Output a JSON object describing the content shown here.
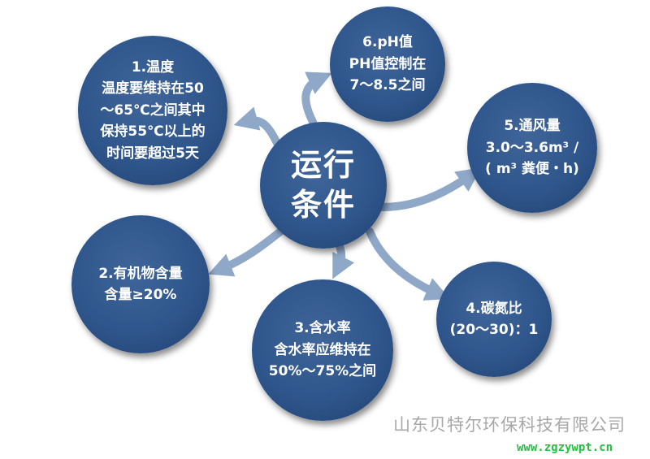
{
  "center": {
    "line1": "运行",
    "line2": "条件"
  },
  "nodes": [
    {
      "title": "1.温度",
      "lines": [
        "温度要维持在50",
        "～65℃之间其中",
        "保持55℃以上的",
        "时间要超过5天"
      ]
    },
    {
      "title": "2.有机物含量",
      "lines": [
        "含量≥20%"
      ]
    },
    {
      "title": "3.含水率",
      "lines": [
        "含水率应维持在",
        "50%～75%之间"
      ]
    },
    {
      "title": "4.碳氮比",
      "lines": [
        "(20～30)：1"
      ]
    },
    {
      "title": "5.通风量",
      "lines": [
        "3.0～3.6m³ /",
        "( m³ 粪便・h)"
      ]
    },
    {
      "title": "6.pH值",
      "lines": [
        "PH值控制在",
        "7～8.5之间"
      ]
    }
  ],
  "watermark": {
    "company": "山东贝特尔环保科技有限公司",
    "url": "www.zgzywpt.cn"
  },
  "colors": {
    "circle": "#2f568c",
    "arrow": "#8fa8c8"
  }
}
